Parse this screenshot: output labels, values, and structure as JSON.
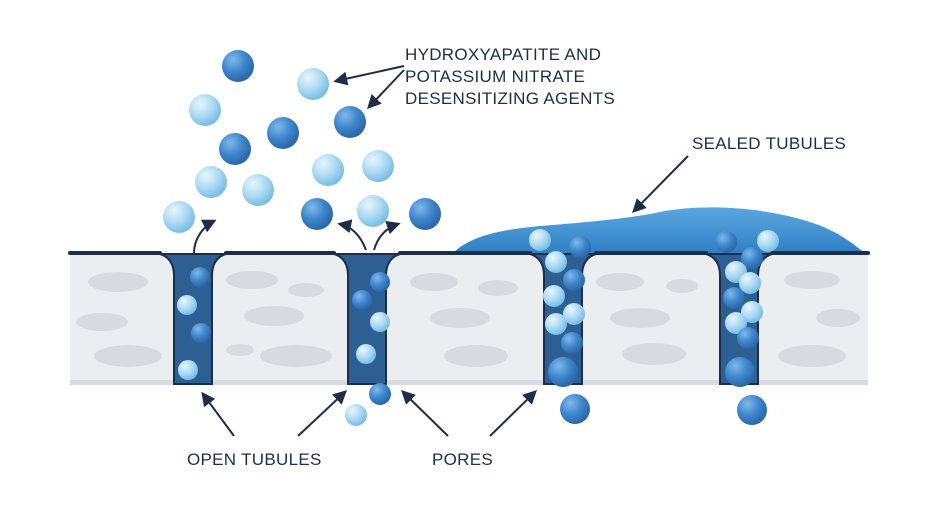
{
  "labels": {
    "agents_line1": "HYDROXYAPATITE AND",
    "agents_line2": "POTASSIUM NITRATE",
    "agents_line3": "DESENSITIZING AGENTS",
    "sealed": "SEALED TUBULES",
    "open": "OPEN TUBULES",
    "pores": "PORES"
  },
  "colors": {
    "dentin_layer": "#ebeef1",
    "dentin_blob": "#d6dadf",
    "outline": "#1c2e4a",
    "tubule_fill": "#2e5f93",
    "sealant": "#3f8fd0",
    "particle_dark": "#3a7fc8",
    "particle_light": "#a9d8f2"
  }
}
